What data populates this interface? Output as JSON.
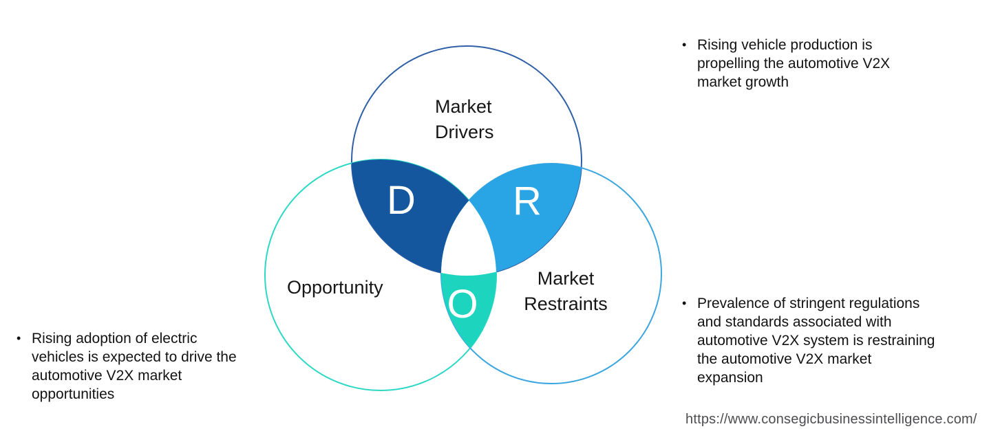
{
  "diagram": {
    "circles": {
      "drivers": {
        "label": "Market\nDrivers",
        "letter": "D",
        "stroke": "#2E5FA7",
        "overlap_fill": "#15579E"
      },
      "restraints": {
        "label": "Market\nRestraints",
        "letter": "R",
        "stroke": "#3BA6E0",
        "overlap_fill": "#29A4E4"
      },
      "opportunity": {
        "label": "Opportunity",
        "letter": "O",
        "stroke": "#2BD8C5",
        "overlap_fill": "#1DD5BE"
      },
      "center_fill": "#ffffff",
      "letter_color": "#ffffff"
    }
  },
  "bullets": {
    "marker": "•",
    "drivers": "Rising vehicle production is\npropelling the automotive V2X\nmarket growth",
    "opportunity": "Rising adoption of electric\nvehicles is expected to drive the\nautomotive V2X market\nopportunities",
    "restraints": "Prevalence of stringent regulations\nand standards associated with\nautomotive V2X system is restraining\nthe automotive V2X market\nexpansion"
  },
  "footer": {
    "url": "https://www.consegicbusinessintelligence.com/"
  }
}
